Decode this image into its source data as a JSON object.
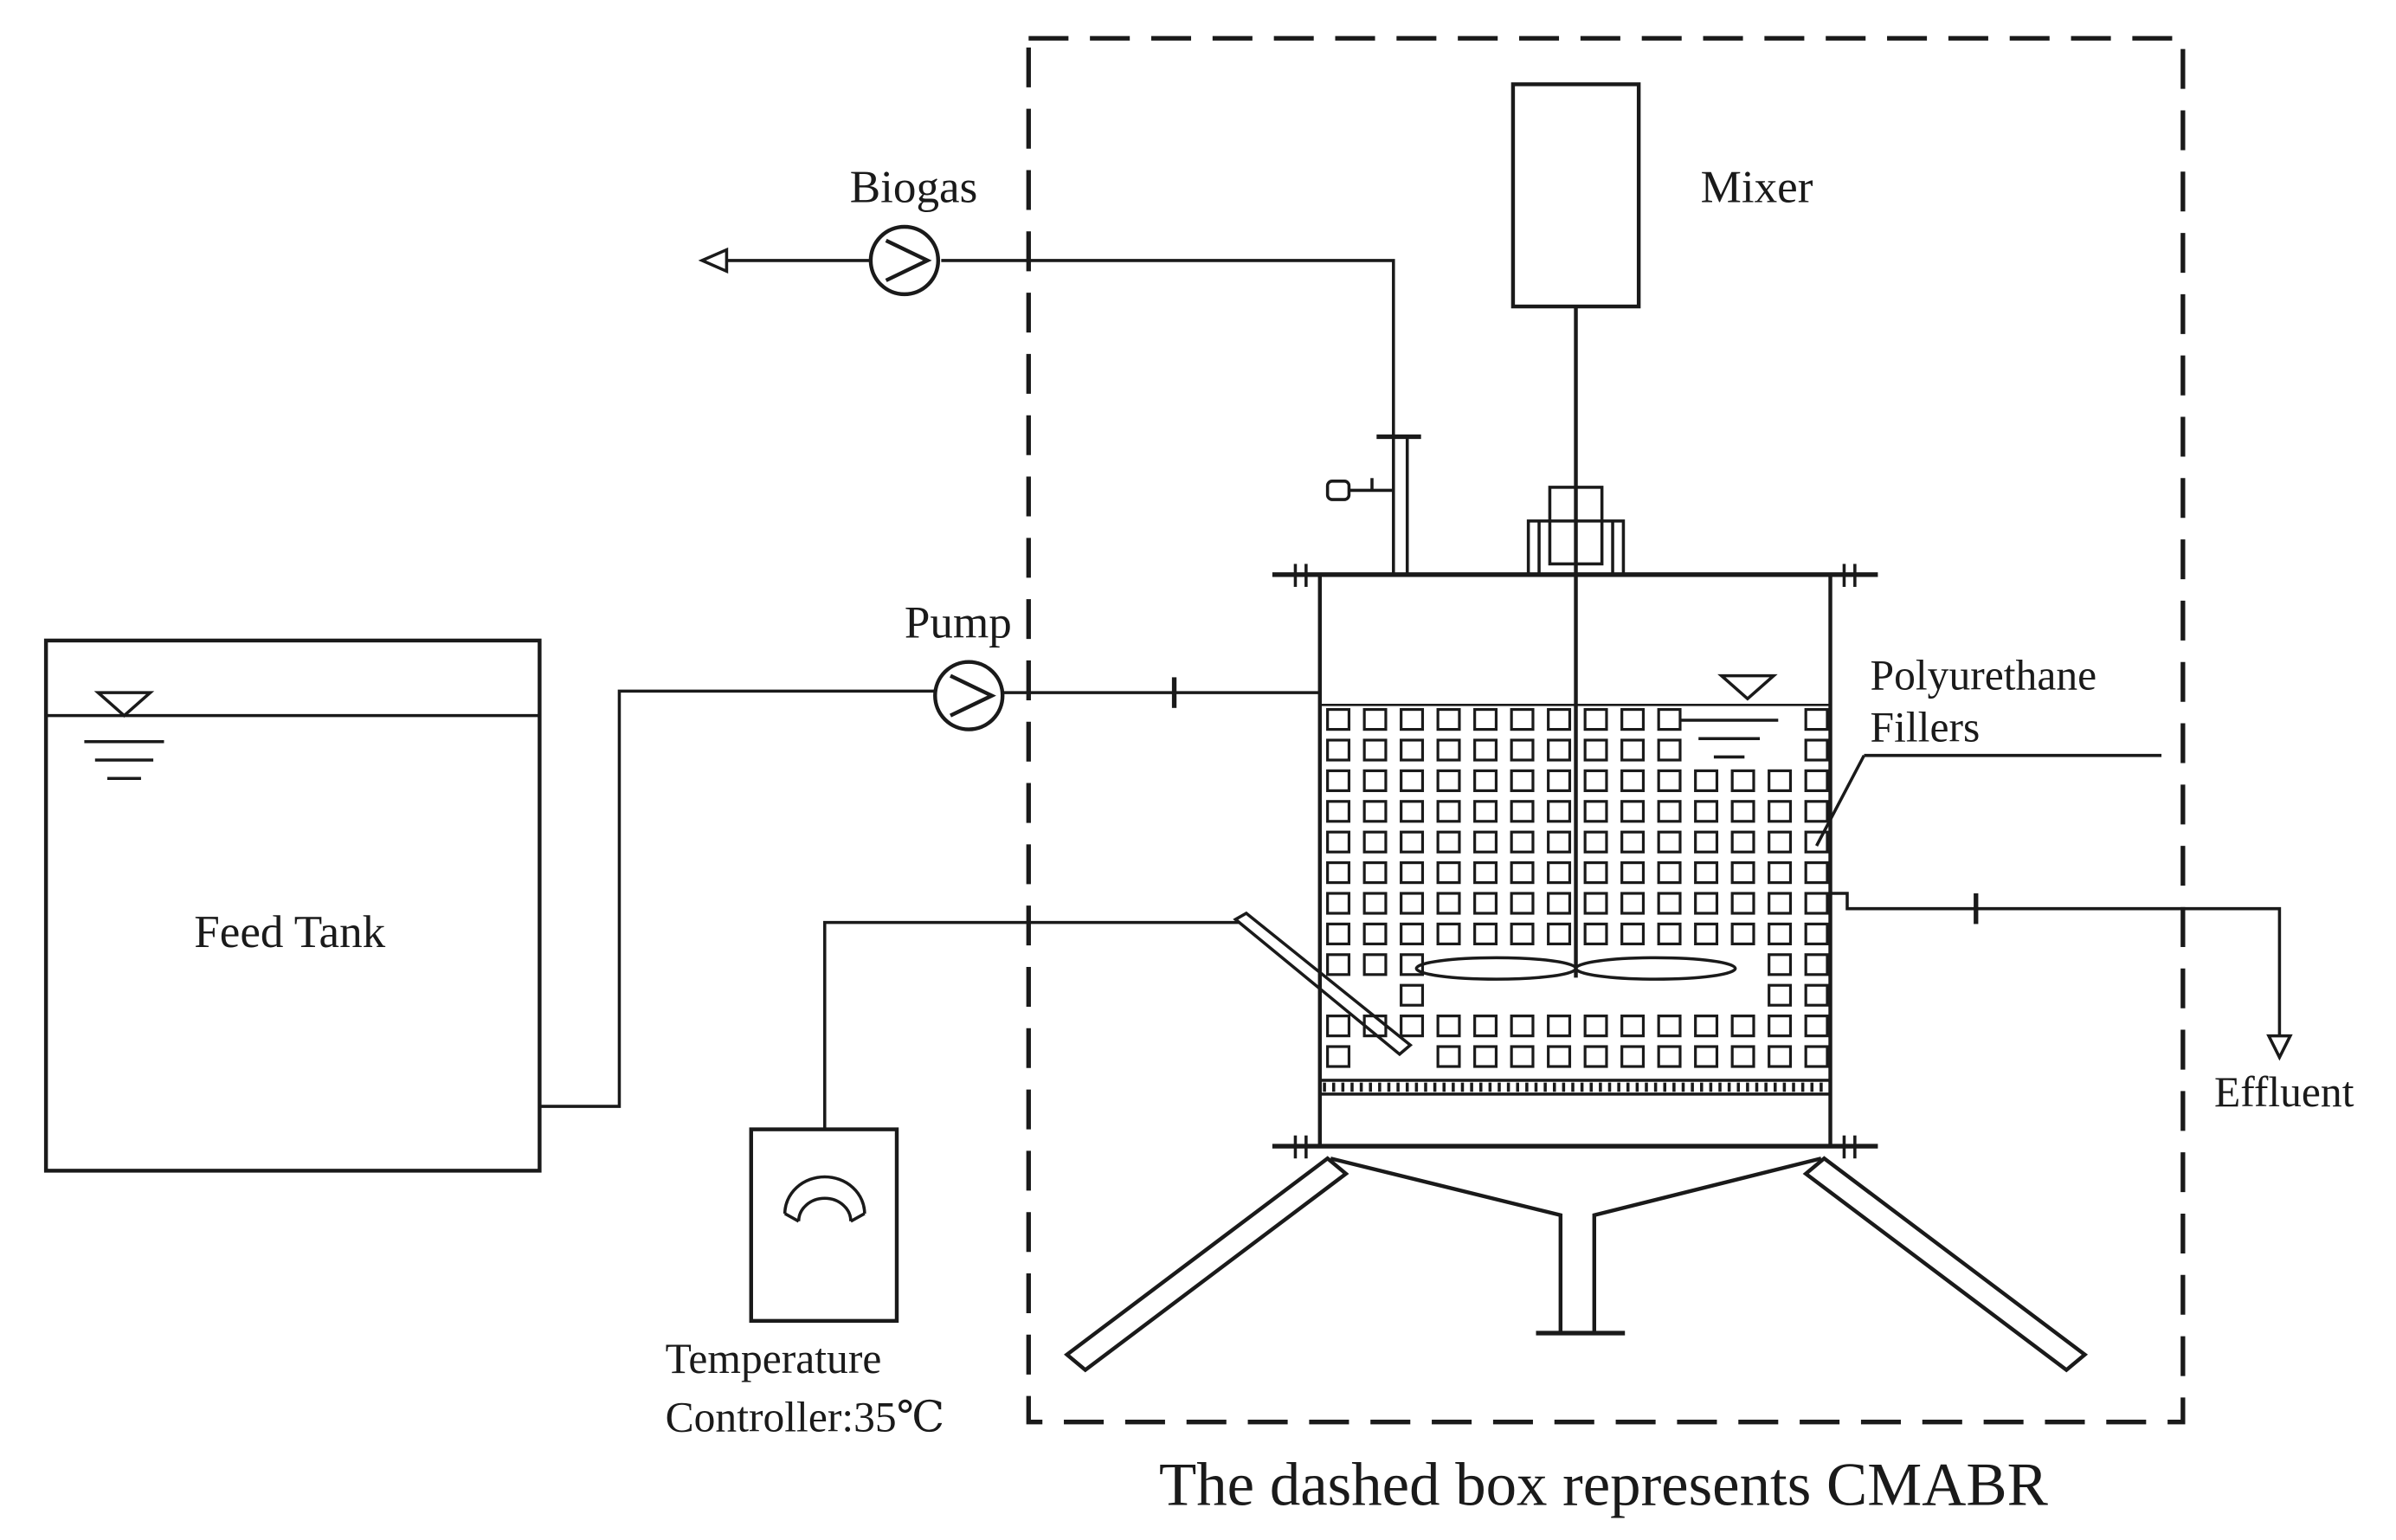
{
  "labels": {
    "biogas": "Biogas",
    "mixer": "Mixer",
    "pump": "Pump",
    "feed_tank": "Feed Tank",
    "polyurethane_line1": "Polyurethane",
    "polyurethane_line2": "Fillers",
    "effluent": "Effluent",
    "temp_line1": "Temperature",
    "temp_line2": "Controller:35℃",
    "caption": "The dashed box represents CMABR"
  },
  "components": [
    {
      "name": "feed-tank",
      "icon": "tank-with-water-level-symbol"
    },
    {
      "name": "feed-pump",
      "icon": "pump-symbol"
    },
    {
      "name": "biogas-pump",
      "icon": "pump-symbol"
    },
    {
      "name": "mixer",
      "icon": "motor-box"
    },
    {
      "name": "reactor",
      "icon": "reactor-vessel-with-packing"
    },
    {
      "name": "temperature-controller",
      "icon": "controller-box-with-gauge"
    }
  ],
  "colors": {
    "line": "#1a1a1a",
    "background": "#ffffff"
  }
}
